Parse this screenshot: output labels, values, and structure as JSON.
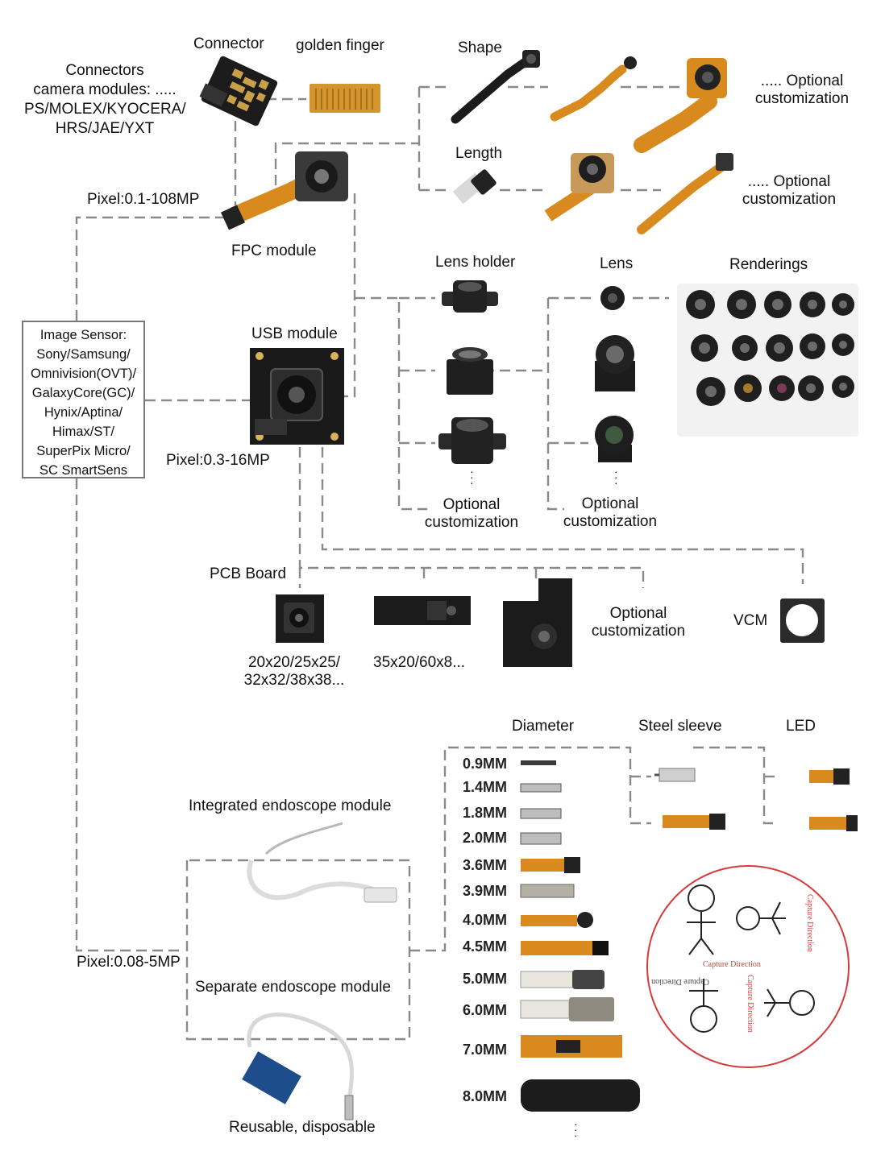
{
  "labels": {
    "connectors_desc": [
      "Connectors",
      "camera modules:",
      "PS/MOLEX/KYOCERA/",
      "HRS/JAE/YXT"
    ],
    "connector_dots": ".....",
    "connector": "Connector",
    "golden_finger": "golden finger",
    "shape": "Shape",
    "length": "Length",
    "optional": "Optional",
    "customization": "customization",
    "pixel_fpc": "Pixel:0.1-108MP",
    "fpc_module": "FPC module",
    "lens_holder": "Lens holder",
    "lens": "Lens",
    "renderings": "Renderings",
    "usb_module": "USB module",
    "pixel_usb": "Pixel:0.3-16MP",
    "pcb_board": "PCB Board",
    "pcb_size_1a": "20x20/25x25/",
    "pcb_size_1b": "32x32/38x38...",
    "pcb_size_2": "35x20/60x8...",
    "vcm": "VCM",
    "diameter": "Diameter",
    "steel_sleeve": "Steel sleeve",
    "led": "LED",
    "integrated": "Integrated endoscope module",
    "separate": "Separate endoscope module",
    "reusable": "Reusable, disposable",
    "pixel_endo": "Pixel:0.08-5MP",
    "capture_direction": "Capture Direction"
  },
  "image_sensor": [
    "Image Sensor:",
    "Sony/Samsung/",
    "Omnivision(OVT)/",
    "GalaxyCore(GC)/",
    "Hynix/Aptina/",
    "Himax/ST/",
    "SuperPix Micro/",
    "SC SmartSens"
  ],
  "diameters": [
    "0.9MM",
    "1.4MM",
    "1.8MM",
    "2.0MM",
    "3.6MM",
    "3.9MM",
    "4.0MM",
    "4.5MM",
    "5.0MM",
    "6.0MM",
    "7.0MM",
    "8.0MM"
  ],
  "colors": {
    "line": "#8a8a8a",
    "fpc": "#d88a1e",
    "pcb": "#1a1a1a",
    "circle": "#d63a3a"
  }
}
